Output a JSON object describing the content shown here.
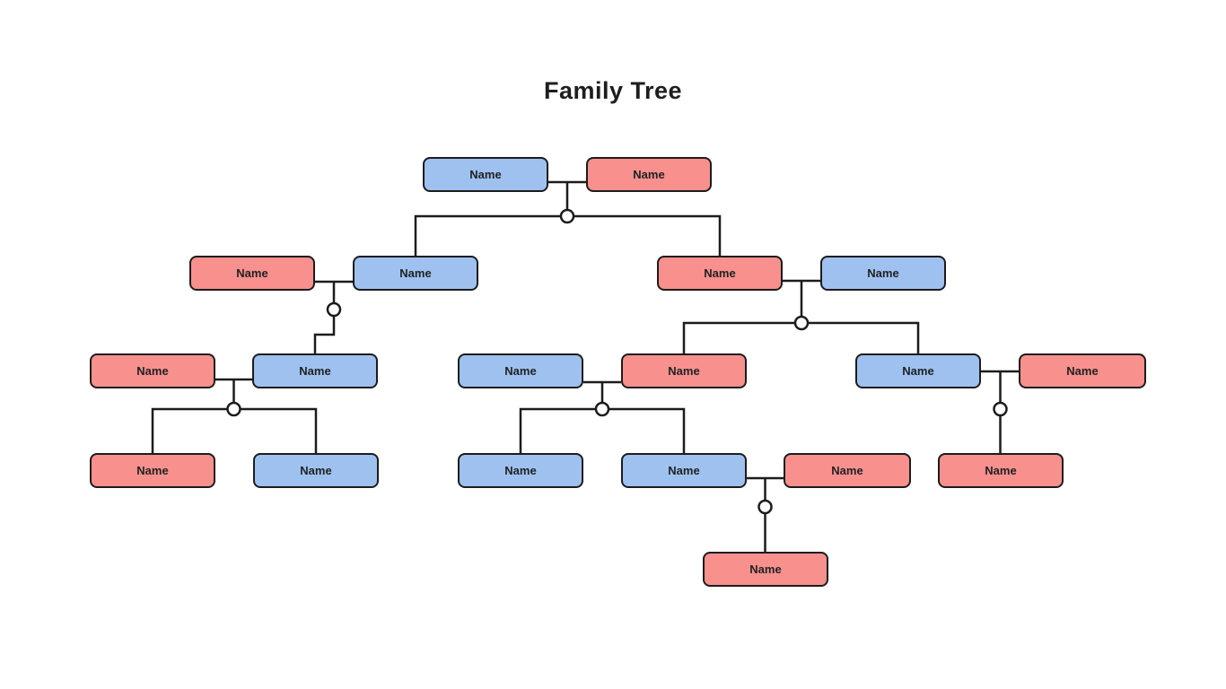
{
  "page": {
    "title": "Family Tree"
  },
  "palette": {
    "blue_member_fill": "#9ec1f0",
    "red_member_fill": "#f8908e",
    "outline": "#1c1c1c",
    "junction_fill": "#ffffff",
    "background": "#ffffff",
    "title_color": "#1e1e1e"
  },
  "tree": {
    "nodes": [
      {
        "id": "gen1-member1",
        "label": "Name",
        "color": "blue"
      },
      {
        "id": "gen1-member2",
        "label": "Name",
        "color": "red"
      },
      {
        "id": "gen2-member1",
        "label": "Name",
        "color": "red"
      },
      {
        "id": "gen2-member2",
        "label": "Name",
        "color": "blue"
      },
      {
        "id": "gen2-member3",
        "label": "Name",
        "color": "red"
      },
      {
        "id": "gen2-member4",
        "label": "Name",
        "color": "blue"
      },
      {
        "id": "gen3-member1",
        "label": "Name",
        "color": "red"
      },
      {
        "id": "gen3-member2",
        "label": "Name",
        "color": "blue"
      },
      {
        "id": "gen3-member3",
        "label": "Name",
        "color": "blue"
      },
      {
        "id": "gen3-member4",
        "label": "Name",
        "color": "red"
      },
      {
        "id": "gen3-member5",
        "label": "Name",
        "color": "blue"
      },
      {
        "id": "gen3-member6",
        "label": "Name",
        "color": "red"
      },
      {
        "id": "gen4-member1",
        "label": "Name",
        "color": "red"
      },
      {
        "id": "gen4-member2",
        "label": "Name",
        "color": "blue"
      },
      {
        "id": "gen4-member3",
        "label": "Name",
        "color": "blue"
      },
      {
        "id": "gen4-member4",
        "label": "Name",
        "color": "blue"
      },
      {
        "id": "gen4-member5",
        "label": "Name",
        "color": "red"
      },
      {
        "id": "gen4-member6",
        "label": "Name",
        "color": "red"
      },
      {
        "id": "gen5-member1",
        "label": "Name",
        "color": "red"
      }
    ]
  }
}
